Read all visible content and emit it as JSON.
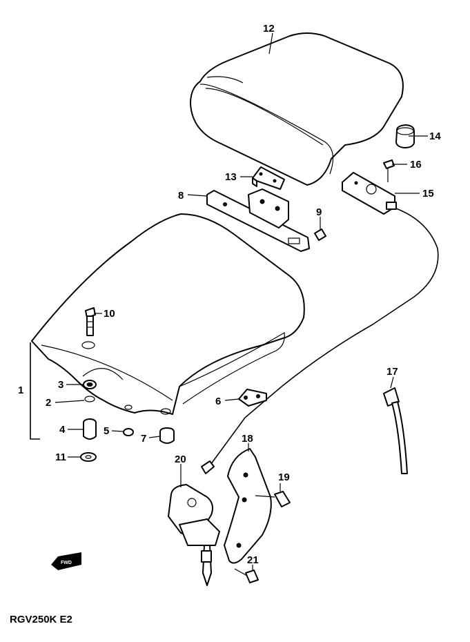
{
  "diagram": {
    "model_code": "RGV250K E2",
    "direction_badge": "FWD",
    "callouts": [
      {
        "id": "c1",
        "text": "1"
      },
      {
        "id": "c2",
        "text": "2"
      },
      {
        "id": "c3",
        "text": "3"
      },
      {
        "id": "c4",
        "text": "4"
      },
      {
        "id": "c5",
        "text": "5"
      },
      {
        "id": "c6",
        "text": "6"
      },
      {
        "id": "c7",
        "text": "7"
      },
      {
        "id": "c8",
        "text": "8"
      },
      {
        "id": "c9",
        "text": "9"
      },
      {
        "id": "c10",
        "text": "10"
      },
      {
        "id": "c11",
        "text": "11"
      },
      {
        "id": "c12",
        "text": "12"
      },
      {
        "id": "c13",
        "text": "13"
      },
      {
        "id": "c14",
        "text": "14"
      },
      {
        "id": "c15",
        "text": "15"
      },
      {
        "id": "c16",
        "text": "16"
      },
      {
        "id": "c17",
        "text": "17"
      },
      {
        "id": "c18",
        "text": "18"
      },
      {
        "id": "c19",
        "text": "19"
      },
      {
        "id": "c20",
        "text": "20"
      },
      {
        "id": "c21",
        "text": "21"
      }
    ]
  }
}
